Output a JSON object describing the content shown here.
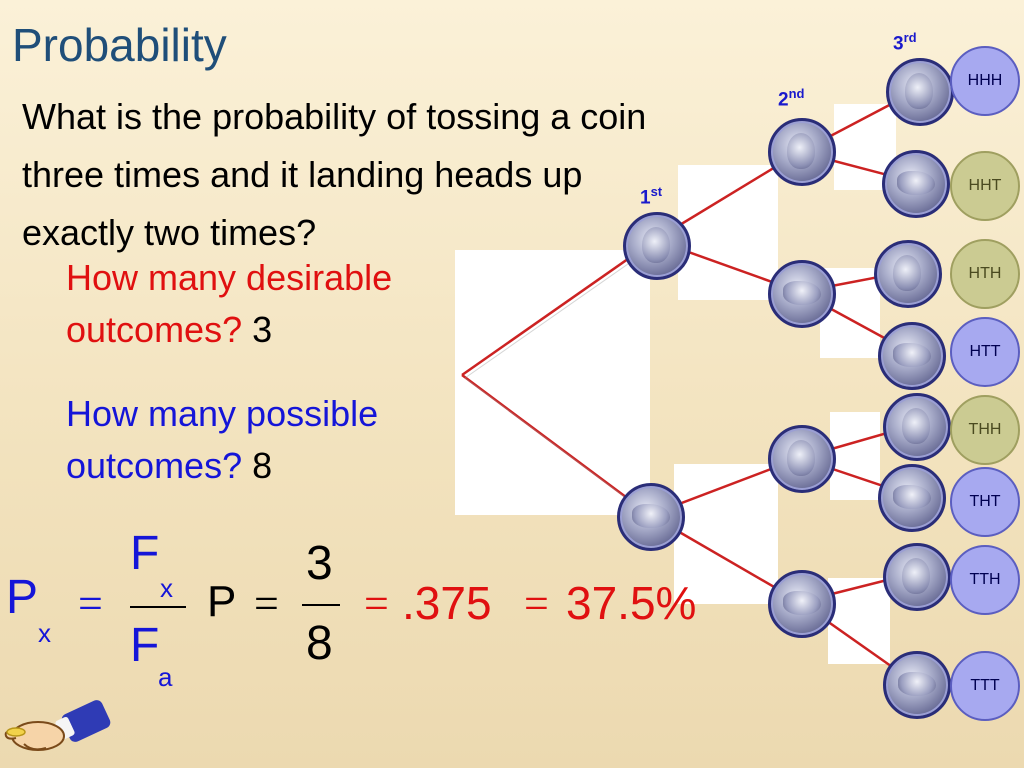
{
  "slide": {
    "title": "Probability",
    "question": "What is the probability of tossing a coin three times and it landing heads up exactly two times?",
    "desirable_question": "How many desirable outcomes?",
    "desirable_answer": "3",
    "possible_question": "How many possible outcomes?",
    "possible_answer": "8"
  },
  "tree": {
    "level_labels": [
      {
        "num": "1",
        "sup": "st"
      },
      {
        "num": "2",
        "sup": "nd"
      },
      {
        "num": "3",
        "sup": "rd"
      }
    ],
    "outcomes": [
      {
        "label": "HHH",
        "color": "#a7a9f0"
      },
      {
        "label": "HHT",
        "color": "#cbcb92"
      },
      {
        "label": "HTH",
        "color": "#cbcb92"
      },
      {
        "label": "HTT",
        "color": "#a7a9f0"
      },
      {
        "label": "THH",
        "color": "#cbcb92"
      },
      {
        "label": "THT",
        "color": "#a7a9f0"
      },
      {
        "label": "TTH",
        "color": "#a7a9f0"
      },
      {
        "label": "TTT",
        "color": "#a7a9f0"
      }
    ],
    "branch_color": "#cc2222"
  },
  "formula": {
    "P": "P",
    "P_sub": "x",
    "eq": "=",
    "F_top": "F",
    "F_top_sub": "x",
    "F_bottom": "F",
    "F_bottom_sub": "a",
    "P2": "P",
    "num": "3",
    "den": "8",
    "result": ".375",
    "percent": "37.5%"
  },
  "icons": [
    "hand-pointer-icon"
  ]
}
